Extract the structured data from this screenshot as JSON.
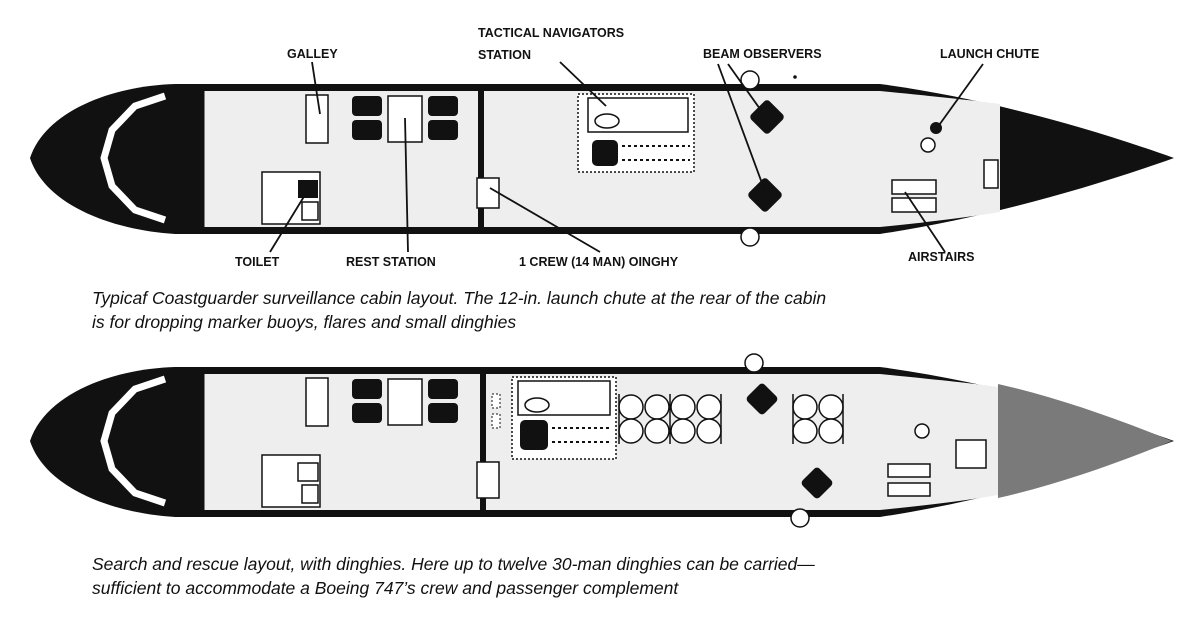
{
  "colors": {
    "ink": "#111111",
    "cabin_floor": "#eeeeee",
    "tail_shade": "#7a7a7a"
  },
  "layout1": {
    "labels": {
      "galley": "GALLEY",
      "tactical_line1": "TACTICAL NAVIGATORS",
      "tactical_line2": "STATION",
      "beam_observers": "BEAM OBSERVERS",
      "launch_chute": "LAUNCH CHUTE",
      "toilet": "TOILET",
      "rest_station": "REST STATION",
      "dinghy": "1 CREW (14 MAN) OINGHY",
      "airstairs": "AIRSTAIRS"
    },
    "caption_line1": "Typicaf Coastguarder surveillance cabin layout. The 12-in. launch chute at the rear of the cabin",
    "caption_line2": "is for dropping marker buoys, flares and small dinghies"
  },
  "layout2": {
    "caption_line1": "Search and rescue layout, with dinghies. Here up to twelve 30-man dinghies can be carried—",
    "caption_line2": "sufficient to accommodate a Boeing 747’s crew and passenger complement"
  }
}
